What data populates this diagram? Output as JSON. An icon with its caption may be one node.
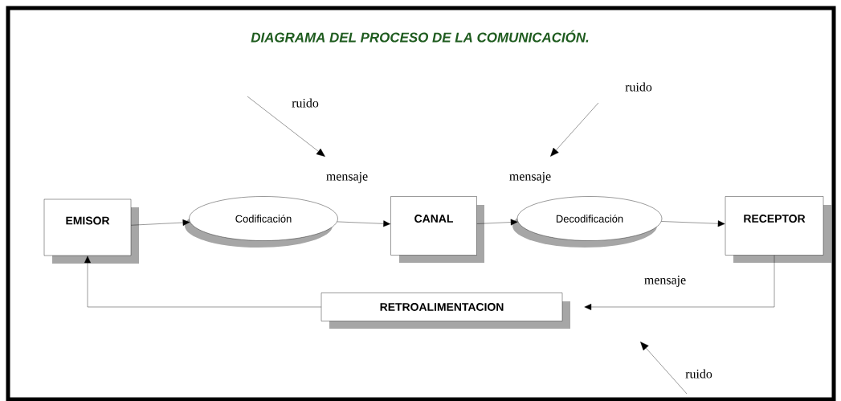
{
  "diagram": {
    "title": "DIAGRAMA DEL PROCESO DE LA COMUNICACIÓN.",
    "nodes": [
      {
        "text": [
          "EMISOR"
        ]
      },
      {
        "text": [
          "Codificación"
        ]
      },
      {
        "text": [
          "CANAL"
        ]
      },
      {
        "text": [
          "Decodificación"
        ]
      },
      {
        "text": [
          "RECEPTOR"
        ]
      },
      {
        "text": [
          "RETROALIMENTACION"
        ]
      }
    ],
    "edges": [
      {
        "from": 0,
        "to": 1,
        "arrow": "to"
      },
      {
        "from": 1,
        "to": 2,
        "arrow": "to"
      },
      {
        "from": 2,
        "to": 3,
        "arrow": "to"
      },
      {
        "from": 3,
        "to": 4,
        "arrow": "to"
      },
      {
        "from": 4,
        "to": 5,
        "arrow": "to"
      },
      {
        "from": 5,
        "to": 0,
        "arrow": "to"
      }
    ],
    "labels": [
      "ruido",
      "ruido",
      "mensaje",
      "mensaje",
      "mensaje",
      "ruido"
    ]
  }
}
